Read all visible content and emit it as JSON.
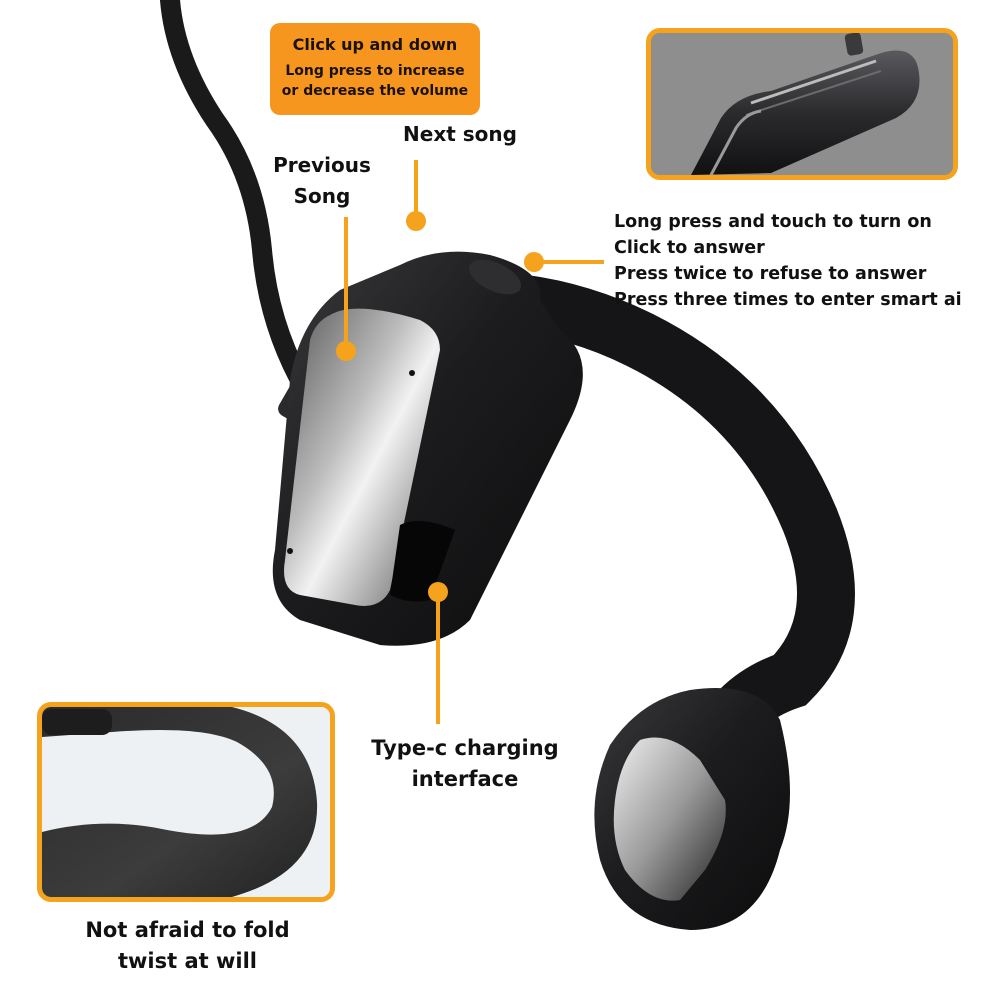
{
  "callouts": {
    "volume": {
      "title": "Click up and down",
      "line1": "Long press to increase",
      "line2": "or decrease the volume"
    },
    "next_song": "Next song",
    "previous_song": {
      "line1": "Previous",
      "line2": "Song"
    },
    "power_button": [
      "Long press and touch to turn on",
      "Click to answer",
      "Press twice to refuse to answer",
      "Press three times to enter smart ai"
    ],
    "charging": {
      "line1": "Type-c charging",
      "line2": "interface"
    },
    "flexible": {
      "line1": "Not afraid to fold",
      "line2": "twist at will"
    }
  },
  "colors": {
    "accent": "#f5a21c",
    "callout_box": "#f7961e",
    "product": "#1b1b1d"
  }
}
